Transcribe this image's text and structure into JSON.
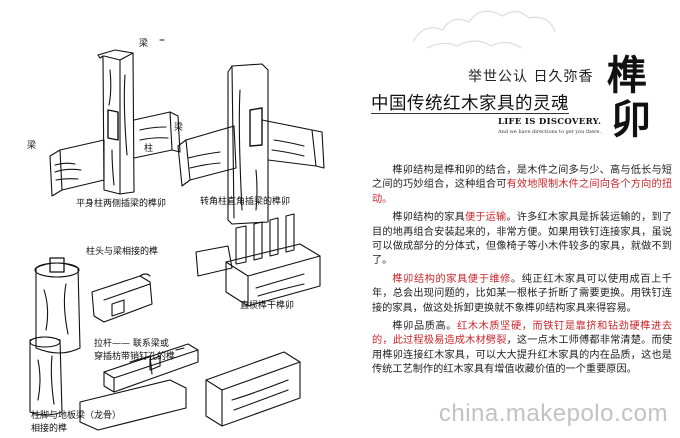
{
  "captions": {
    "beam": "梁",
    "column": "柱",
    "beam_left": "梁",
    "beam_mid": "梁",
    "fig1": "平身柱两侧插梁的榫卯",
    "fig2": "转角柱直角插梁的榫卯",
    "fig3_line1": "柱头与梁相接的榫",
    "fig4": "直棂榫干榫卯",
    "fig5_line1": "拉杆—— 联系梁或",
    "fig5_line2": "穿插枋带销钉孔的榫",
    "fig6_line1": "柱脚与地板梁（龙骨）",
    "fig6_line2": "相接的榫"
  },
  "header": {
    "motto": "举世公认 日久弥香",
    "title": "中国传统红木家具的灵魂",
    "life": "LIFE IS DISCOVERY.",
    "life_sub": "And we have directions to get you there.",
    "big_char_1": "榫",
    "big_char_2": "卯"
  },
  "body": {
    "p1_a": "榫卯结构是榫和卯的结合，是木件之间多与少、高与低长与短之间的巧妙组合，这种组合可",
    "p1_red": "有效地限制木件之间向各个方向的扭动。",
    "p2_a": "榫卯结构的家具",
    "p2_red": "便于运输",
    "p2_b": "。许多红木家具是拆装运输的，到了目的地再组合安装起来的，非常方便。如果用铁钉连接家具，虽说可以做成部分的分体式，但像椅子等小木件较多的家具，就做不到了。",
    "p3_red": "榫卯结构的家具便于维修",
    "p3_b": "。纯正红木家具可以使用成百上千年，总会出现问题的，比如某一根枨子折断了需要更换。用铁钉连接的家具，做这处拆卸更换就不象榫卯结构家具来得容易。",
    "p4_a": "榫卯品质高。",
    "p4_red": "红木木质坚硬，而铁钉是靠挤和钻劲硬榫进去的，此过程极易造成木材劈裂",
    "p4_b": "，这一点木工师傅都非常清楚。而使用榫卯连接红木家具，可以大大提升红木家具的内在品质，这也是传统工艺制作的红木家具有增值收藏价值的一个重要原因。"
  },
  "watermark": "china.makepolo.com",
  "colors": {
    "accent_red": "#c8262b",
    "text": "#222222",
    "background": "#ffffff"
  }
}
